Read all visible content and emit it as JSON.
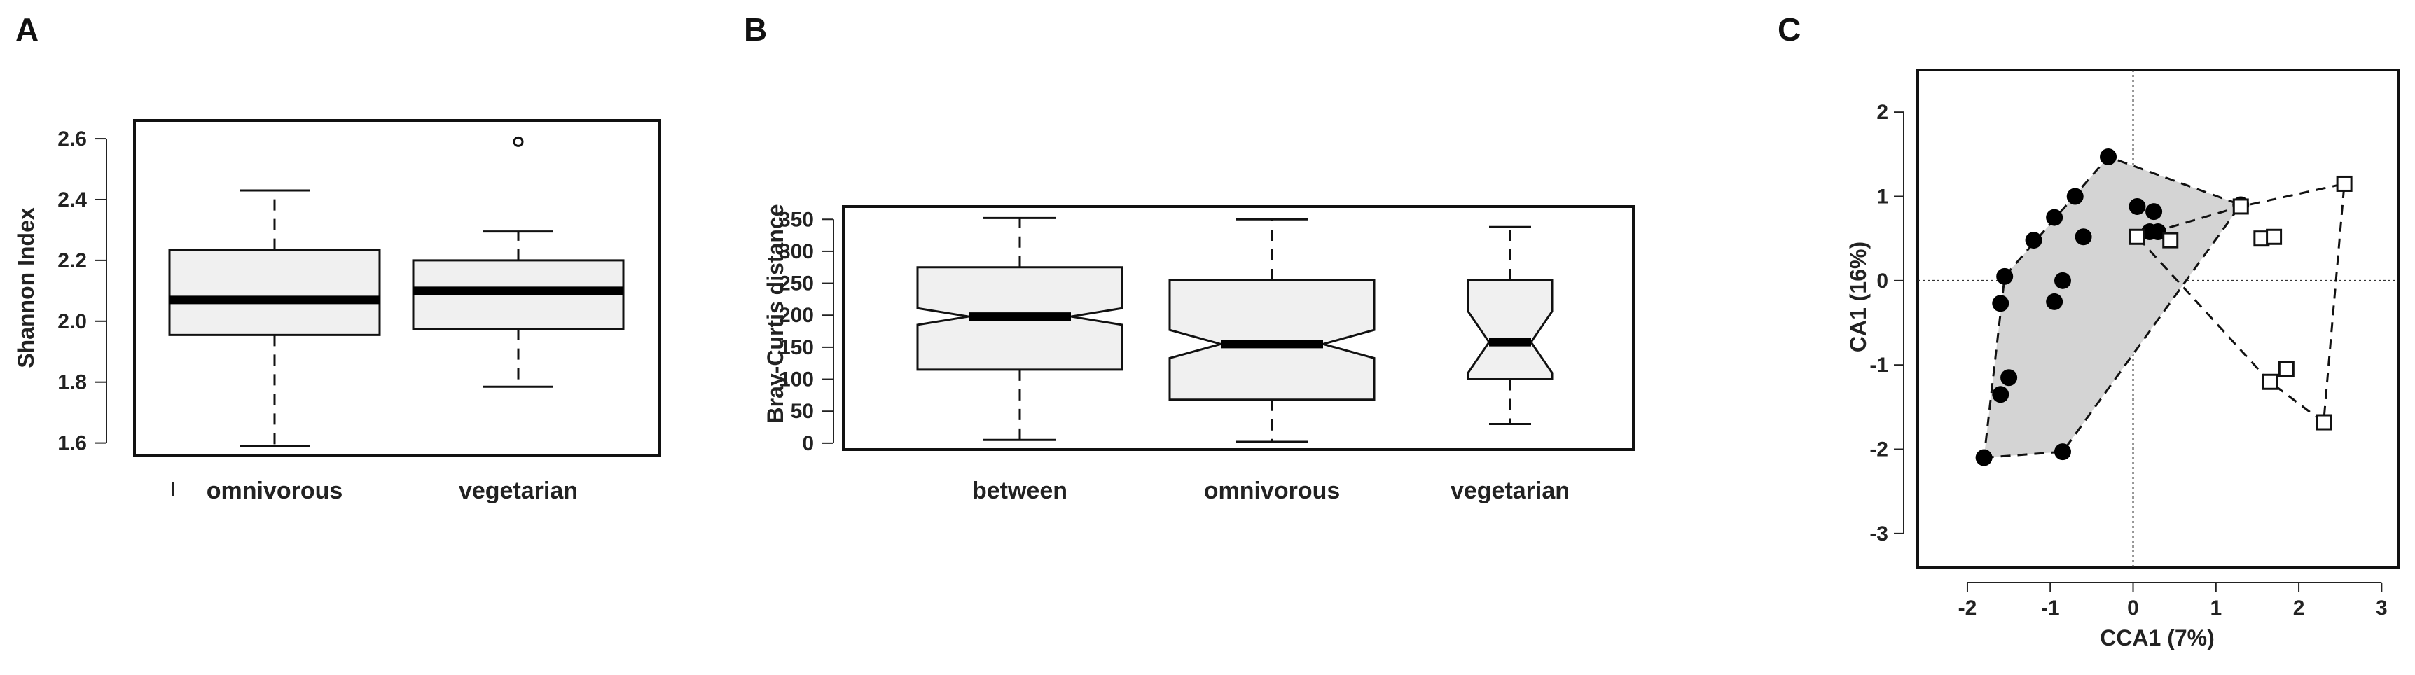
{
  "panels": {
    "a": {
      "letter": "A"
    },
    "b": {
      "letter": "B"
    },
    "c": {
      "letter": "C"
    }
  },
  "chart_data": [
    {
      "id": "A",
      "type": "box",
      "title": "",
      "ylabel": "Shannon Index",
      "xlabel": "",
      "ylim": [
        1.56,
        2.66
      ],
      "yticks": [
        1.6,
        1.8,
        2.0,
        2.2,
        2.4,
        2.6
      ],
      "ytick_labels": [
        "1.6",
        "1.8",
        "2.0",
        "2.2",
        "2.4",
        "2.6"
      ],
      "categories": [
        "omnivorous",
        "vegetarian"
      ],
      "boxes": [
        {
          "name": "omnivorous",
          "whisker_low": 1.59,
          "q1": 1.955,
          "median": 2.07,
          "q3": 2.235,
          "whisker_high": 2.43,
          "outliers": []
        },
        {
          "name": "vegetarian",
          "whisker_low": 1.785,
          "q1": 1.975,
          "median": 2.1,
          "q3": 2.2,
          "whisker_high": 2.295,
          "outliers": [
            2.59
          ]
        }
      ],
      "notched": false,
      "grid": false
    },
    {
      "id": "B",
      "type": "box",
      "title": "",
      "ylabel": "Bray-Curtis distance",
      "xlabel": "",
      "ylim": [
        -10,
        370
      ],
      "yticks": [
        0,
        50,
        100,
        150,
        200,
        250,
        300,
        350
      ],
      "ytick_labels": [
        "0",
        "50",
        "100",
        "150",
        "200",
        "250",
        "300",
        "350"
      ],
      "categories": [
        "between",
        "omnivorous",
        "vegetarian"
      ],
      "boxes": [
        {
          "name": "between",
          "whisker_low": 5,
          "q1": 115,
          "median": 198,
          "q3": 275,
          "whisker_high": 352,
          "notch_low": 185,
          "notch_high": 211,
          "outliers": []
        },
        {
          "name": "omnivorous",
          "whisker_low": 2,
          "q1": 68,
          "median": 155,
          "q3": 255,
          "whisker_high": 350,
          "notch_low": 133,
          "notch_high": 177,
          "outliers": []
        },
        {
          "name": "vegetarian",
          "whisker_low": 30,
          "q1": 100,
          "median": 158,
          "q3": 255,
          "whisker_high": 338,
          "notch_low": 110,
          "notch_high": 206,
          "outliers": []
        }
      ],
      "notched": true,
      "grid": false
    },
    {
      "id": "C",
      "type": "scatter",
      "title": "",
      "xlabel": "CCA1 (7%)",
      "ylabel": "CA1 (16%)",
      "xlim": [
        -2.6,
        3.2
      ],
      "ylim": [
        -3.4,
        2.5
      ],
      "xticks": [
        -2,
        -1,
        0,
        1,
        2,
        3
      ],
      "xtick_labels": [
        "-2",
        "-1",
        "0",
        "1",
        "2",
        "3"
      ],
      "yticks": [
        -3,
        -2,
        -1,
        0,
        1,
        2
      ],
      "ytick_labels": [
        "-3",
        "-2",
        "-1",
        "0",
        "1",
        "2"
      ],
      "reference_lines": {
        "x": 0,
        "y": 0
      },
      "series": [
        {
          "marker": "filled-circle",
          "points": [
            [
              -1.8,
              -2.1
            ],
            [
              -0.85,
              -2.03
            ],
            [
              -1.6,
              -1.35
            ],
            [
              -1.5,
              -1.15
            ],
            [
              -1.6,
              -0.27
            ],
            [
              -1.55,
              0.05
            ],
            [
              -0.85,
              0.0
            ],
            [
              -0.95,
              -0.25
            ],
            [
              -1.2,
              0.48
            ],
            [
              -0.95,
              0.75
            ],
            [
              -0.7,
              1.0
            ],
            [
              -0.6,
              0.52
            ],
            [
              -0.3,
              1.47
            ],
            [
              0.05,
              0.88
            ],
            [
              0.25,
              0.82
            ],
            [
              0.3,
              0.58
            ],
            [
              0.2,
              0.58
            ],
            [
              1.3,
              0.9
            ]
          ],
          "hull": [
            [
              -1.8,
              -2.1
            ],
            [
              -0.85,
              -2.03
            ],
            [
              1.3,
              0.9
            ],
            [
              -0.3,
              1.47
            ],
            [
              -1.55,
              0.05
            ]
          ]
        },
        {
          "marker": "open-square",
          "points": [
            [
              0.05,
              0.52
            ],
            [
              0.45,
              0.48
            ],
            [
              1.3,
              0.88
            ],
            [
              1.55,
              0.5
            ],
            [
              1.7,
              0.52
            ],
            [
              2.55,
              1.15
            ],
            [
              1.65,
              -1.2
            ],
            [
              1.85,
              -1.05
            ],
            [
              2.3,
              -1.68
            ]
          ],
          "hull": [
            [
              0.05,
              0.52
            ],
            [
              1.3,
              0.88
            ],
            [
              2.55,
              1.15
            ],
            [
              2.3,
              -1.68
            ],
            [
              1.65,
              -1.2
            ]
          ]
        }
      ],
      "grid": false
    }
  ]
}
